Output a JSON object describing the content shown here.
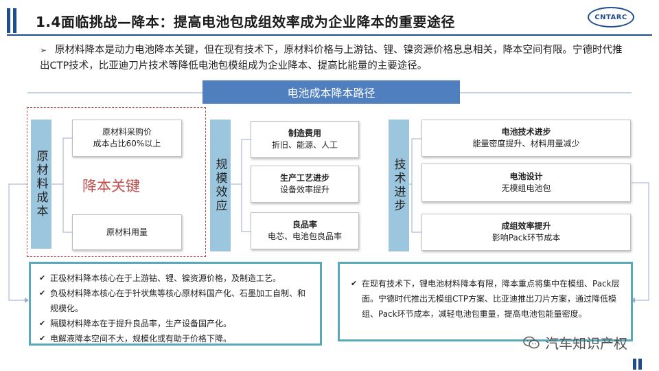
{
  "slide": {
    "title": "1.4面临挑战—降本：提高电池包成组效率成为企业降本的重要途径",
    "logo": "CNTARC",
    "intro_bullet": "➢",
    "intro": "原材料降本是动力电池降本关键，但在现有技术下，原材料价格与上游钴、锂、镍资源价格息息相关，降本空间有限。宁德时代推出CTP技术，比亚迪刀片技术等降低电池包模组成为企业降本、提高比能量的主要途径。",
    "band_title": "电池成本降本路径",
    "left": {
      "column": "原材料成本",
      "card1": "原材料采购价\n成本占比60%以上",
      "card2": "原材料用量",
      "key_label": "降本关键"
    },
    "middle": {
      "column": "规模效应",
      "cards": [
        {
          "title": "制造费用",
          "desc": "折旧、能源、人工"
        },
        {
          "title": "生产工艺进步",
          "desc": "设备效率提升"
        },
        {
          "title": "良品率",
          "desc": "电芯、电池包良品率"
        }
      ]
    },
    "right": {
      "column": "技术进步",
      "cards": [
        {
          "title": "电池技术进步",
          "desc": "能量密度提升、材料用量减少"
        },
        {
          "title": "电池设计",
          "desc": "无模组电池包"
        },
        {
          "title": "成组效率提升",
          "desc": "影响Pack环节成本"
        }
      ]
    },
    "note_left": [
      "正极材料降本核心在于上游钴、锂、镍资源价格，及制造工艺。",
      "负极材料降本核心在于针状焦等核心原材料国产化、石墨加工自制、和规模化。",
      "隔膜材料降本在于提升良品率，生产设备国产化。",
      "电解液降本空间不大，规模化或有助于价格下降。"
    ],
    "note_right": [
      "在现有技术下，锂电池材料降本有限，降本重点将集中在模组、Pack层面。宁德时代推出无模组CTP方案、比亚迪推出刀片方案，通过降低模组、Pack环节成本，减轻电池包重量，提高电池包能量密度。"
    ],
    "check_glyph": "✔",
    "watermark": "汽车知识产权",
    "watermark_icon": "wechat-icon"
  },
  "colors": {
    "brand": "#1f4e8c",
    "band": "#4f7fbf",
    "column": "#9cc5de",
    "note_border": "#5aa9b8",
    "key": "#c0504d"
  }
}
